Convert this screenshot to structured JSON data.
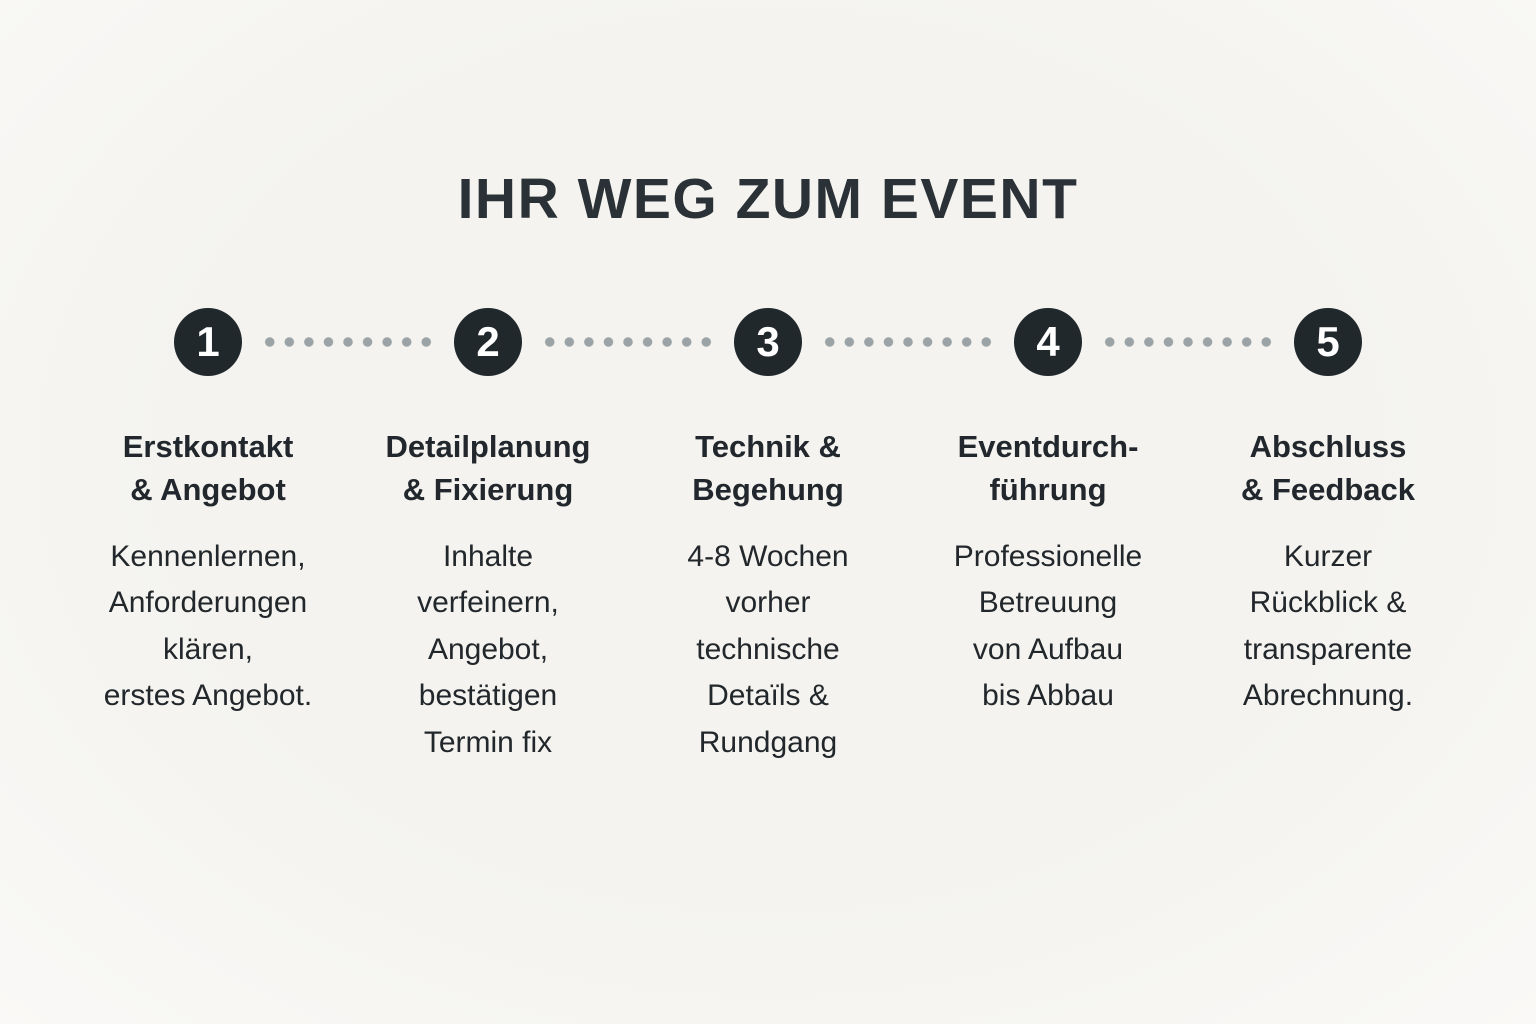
{
  "page": {
    "title": "IHR WEG ZUM EVENT"
  },
  "colors": {
    "background": "#f4f3ef",
    "circle_fill": "#21282c",
    "circle_number": "#ffffff",
    "dots": "#9ba3a6",
    "text": "#22272b"
  },
  "steps": [
    {
      "number": "1",
      "title": "Erstkontakt\n& Angebot",
      "body": "Kennenlernen,\nAnforderungen\nklären,\nerstes Angebot."
    },
    {
      "number": "2",
      "title": "Detailplanung\n& Fixierung",
      "body": "Inhalte\nverfeinern,\nAngebot,\nbestätigen\nTermin fix"
    },
    {
      "number": "3",
      "title": "Technik &\nBegehung",
      "body": "4-8 Wochen\nvorher\ntechnische\nDetaïls &\nRundgang"
    },
    {
      "number": "4",
      "title": "Eventdurch-\nführung",
      "body": "Professionelle\nBetreuung\nvon Aufbau\nbis Abbau"
    },
    {
      "number": "5",
      "title": "Abschluss\n& Feedback",
      "body": "Kurzer\nRückblick &\ntransparente\nAbrechnung."
    }
  ]
}
